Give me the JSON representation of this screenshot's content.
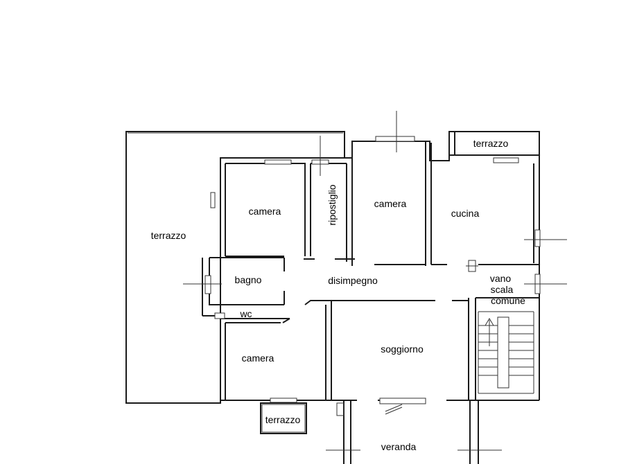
{
  "rooms": {
    "terrazzo_left": "terrazzo",
    "camera_1": "camera",
    "ripostiglio": "ripostiglio",
    "camera_2": "camera",
    "terrazzo_top": "terrazzo",
    "cucina": "cucina",
    "bagno": "bagno",
    "disimpegno": "disimpegno",
    "vano": "vano",
    "scala": "scala",
    "comune": "comune",
    "wc": "wc",
    "camera_3": "camera",
    "soggiorno": "soggiorno",
    "terrazzo_bottom": "terrazzo",
    "veranda": "veranda"
  }
}
